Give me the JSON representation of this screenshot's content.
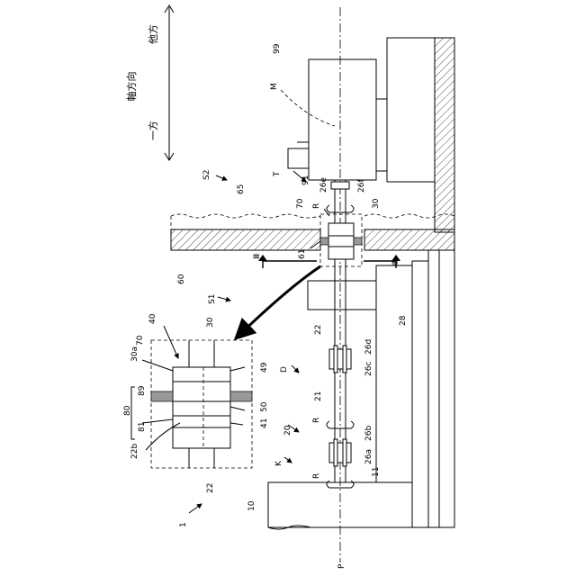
{
  "figure": {
    "direction": {
      "axial": "軸方向",
      "other_side": "他方",
      "one_side": "一方"
    },
    "refs": {
      "r99": "99",
      "rM": "M",
      "rS2": "S2",
      "rT": "T",
      "r65": "65",
      "r91": "91",
      "r26e": "26e",
      "r26f": "26f",
      "r70": "70",
      "rR1": "R",
      "r30": "30",
      "r61": "61",
      "rIII1": "Ⅲ",
      "rIII2": "Ⅲ",
      "r60": "60",
      "rS1": "S1",
      "r28": "28",
      "r22": "22",
      "r26d": "26d",
      "r26c": "26c",
      "rD": "D",
      "r21": "21",
      "rR2": "R",
      "r20": "20",
      "r26b": "26b",
      "r26a": "26a",
      "rK": "K",
      "rR3": "R",
      "r11": "11",
      "r10": "10",
      "r1": "1",
      "rP": "P",
      "d40": "40",
      "d70": "70",
      "d30top": "30",
      "d30a": "30a",
      "d49": "49",
      "d89": "89",
      "d80": "80",
      "d50": "50",
      "d81": "81",
      "d41": "41",
      "d22b": "22b",
      "d22": "22"
    }
  }
}
